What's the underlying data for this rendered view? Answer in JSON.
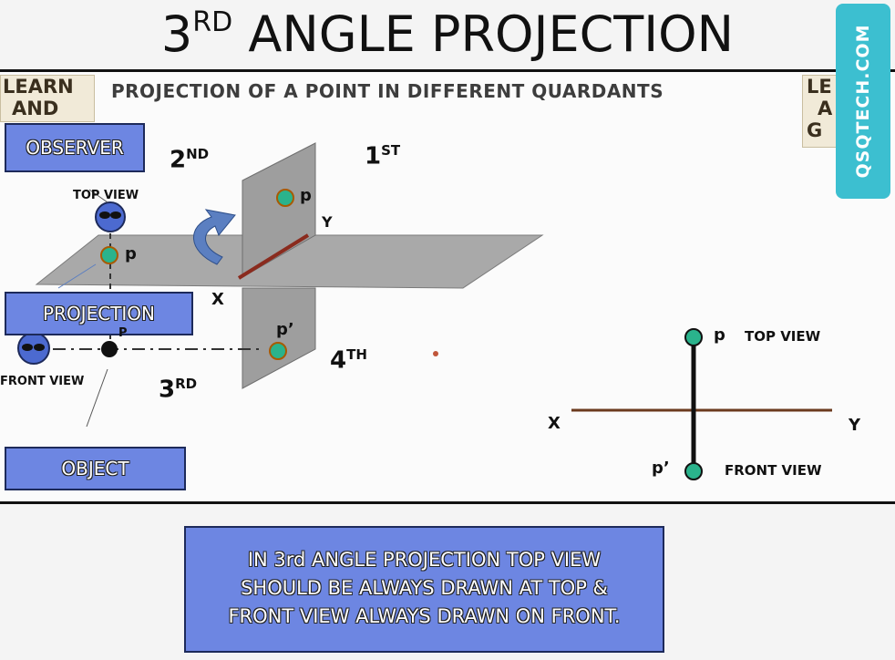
{
  "title": {
    "prefix": "3",
    "sup": "RD",
    "rest": " ANGLE PROJECTION"
  },
  "brand": "QSQTECH.COM",
  "corners": {
    "left_line1": "LEARN",
    "left_line2": "AND",
    "right_line1": "LE",
    "right_line2": "A",
    "right_line3": "G"
  },
  "heading": "PROJECTION OF A POINT IN DIFFERENT QUARDANTS",
  "boxes": {
    "observer": "OBSERVER",
    "projection": "PROJECTION",
    "object": "OBJECT"
  },
  "quadrants": {
    "q2": {
      "num": "2",
      "sup": "ND"
    },
    "q1": {
      "num": "1",
      "sup": "ST"
    },
    "q3": {
      "num": "3",
      "sup": "RD"
    },
    "q4": {
      "num": "4",
      "sup": "TH"
    }
  },
  "labels": {
    "top_view": "TOP VIEW",
    "front_view": "FRONT VIEW",
    "x": "X",
    "y": "Y",
    "p": "p",
    "p_prime": "p’",
    "p_small": "P"
  },
  "right_diagram": {
    "top_view": "TOP VIEW",
    "front_view": "FRONT VIEW",
    "x": "X",
    "y": "Y",
    "p": "p",
    "p_prime": "p’"
  },
  "note": {
    "line1": "IN 3rd ANGLE PROJECTION  TOP VIEW",
    "line2": "SHOULD  BE ALWAYS DRAWN AT TOP &",
    "line3": "FRONT VIEW  ALWAYS  DRAWN ON FRONT."
  },
  "colors": {
    "box": "#6d86e2",
    "brand": "#3cbfd0",
    "point": "#2ab38c",
    "plane": "#a9a9a9"
  }
}
